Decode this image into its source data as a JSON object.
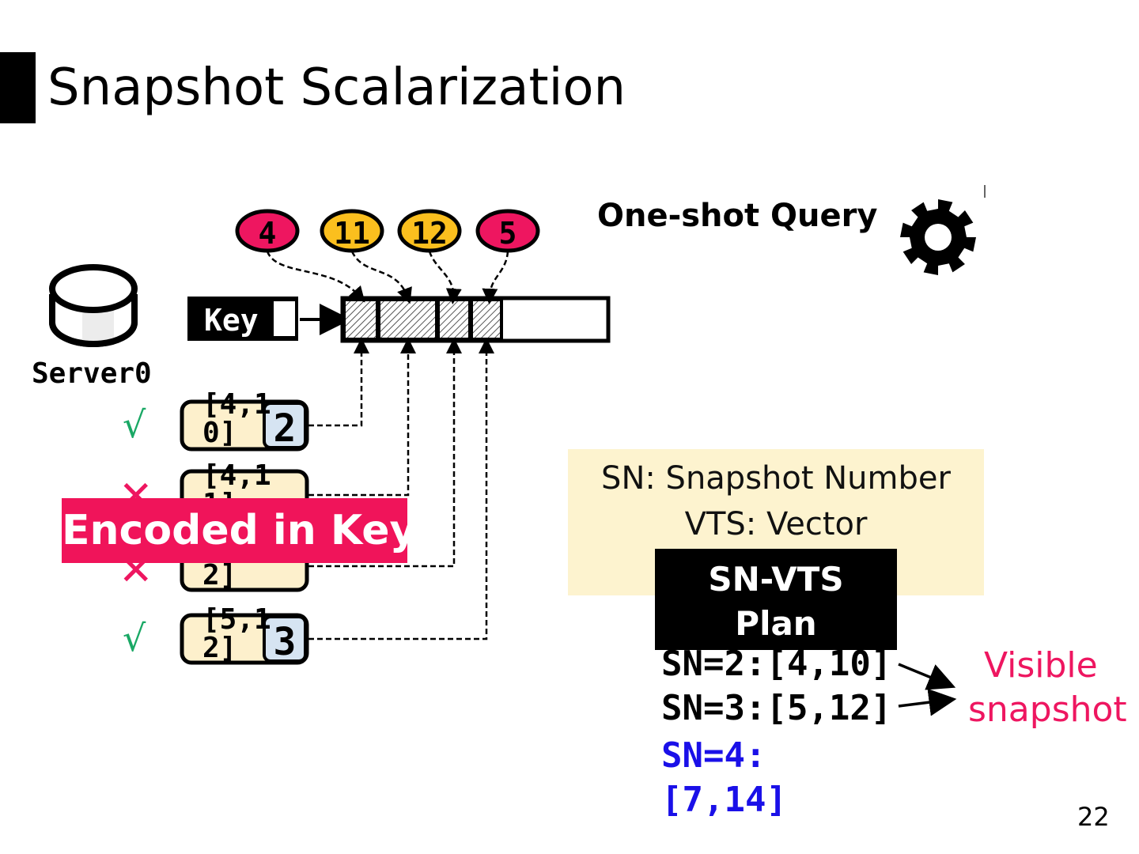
{
  "slide": {
    "title": "Snapshot Scalarization",
    "page_number": "22"
  },
  "query": {
    "label": "One-shot Query",
    "icon": "gear-icon"
  },
  "server": {
    "label": "Server0",
    "icon": "database-icon"
  },
  "key": {
    "label": "Key"
  },
  "values": [
    {
      "label": "4",
      "color": "#ee1660"
    },
    {
      "label": "11",
      "color": "#fbbf1e"
    },
    {
      "label": "12",
      "color": "#fbbf1e"
    },
    {
      "label": "5",
      "color": "#ee1660"
    }
  ],
  "versions": [
    {
      "vts": "[4,10]",
      "sn": "2",
      "mark": "√"
    },
    {
      "vts": "[4,11]",
      "sn": "",
      "mark": "✕"
    },
    {
      "vts": "[4,12]",
      "sn": "",
      "mark": "✕"
    },
    {
      "vts": "[5,12]",
      "sn": "3",
      "mark": "√"
    }
  ],
  "encoded_label": "Encoded in Key",
  "legend": {
    "line1": "SN: Snapshot Number",
    "line2": "VTS: Vector"
  },
  "plan": {
    "line1": "SN-VTS",
    "line2": "Plan",
    "entries": [
      "SN=2:[4,10]",
      "SN=3:[5,12]"
    ],
    "new_entry_line1": "SN=4:",
    "new_entry_line2": "[7,14]"
  },
  "visible": {
    "line1": "Visible",
    "line2": "snapshot"
  },
  "colors": {
    "accent_red": "#ee1660",
    "accent_yellow": "#fbbf1e",
    "check_green": "#1aa865",
    "new_entry_blue": "#1a10e8",
    "legend_bg": "#fdf3cf",
    "version_bg": "#fdf0cc",
    "sn_badge_bg": "#d6e4f2"
  }
}
